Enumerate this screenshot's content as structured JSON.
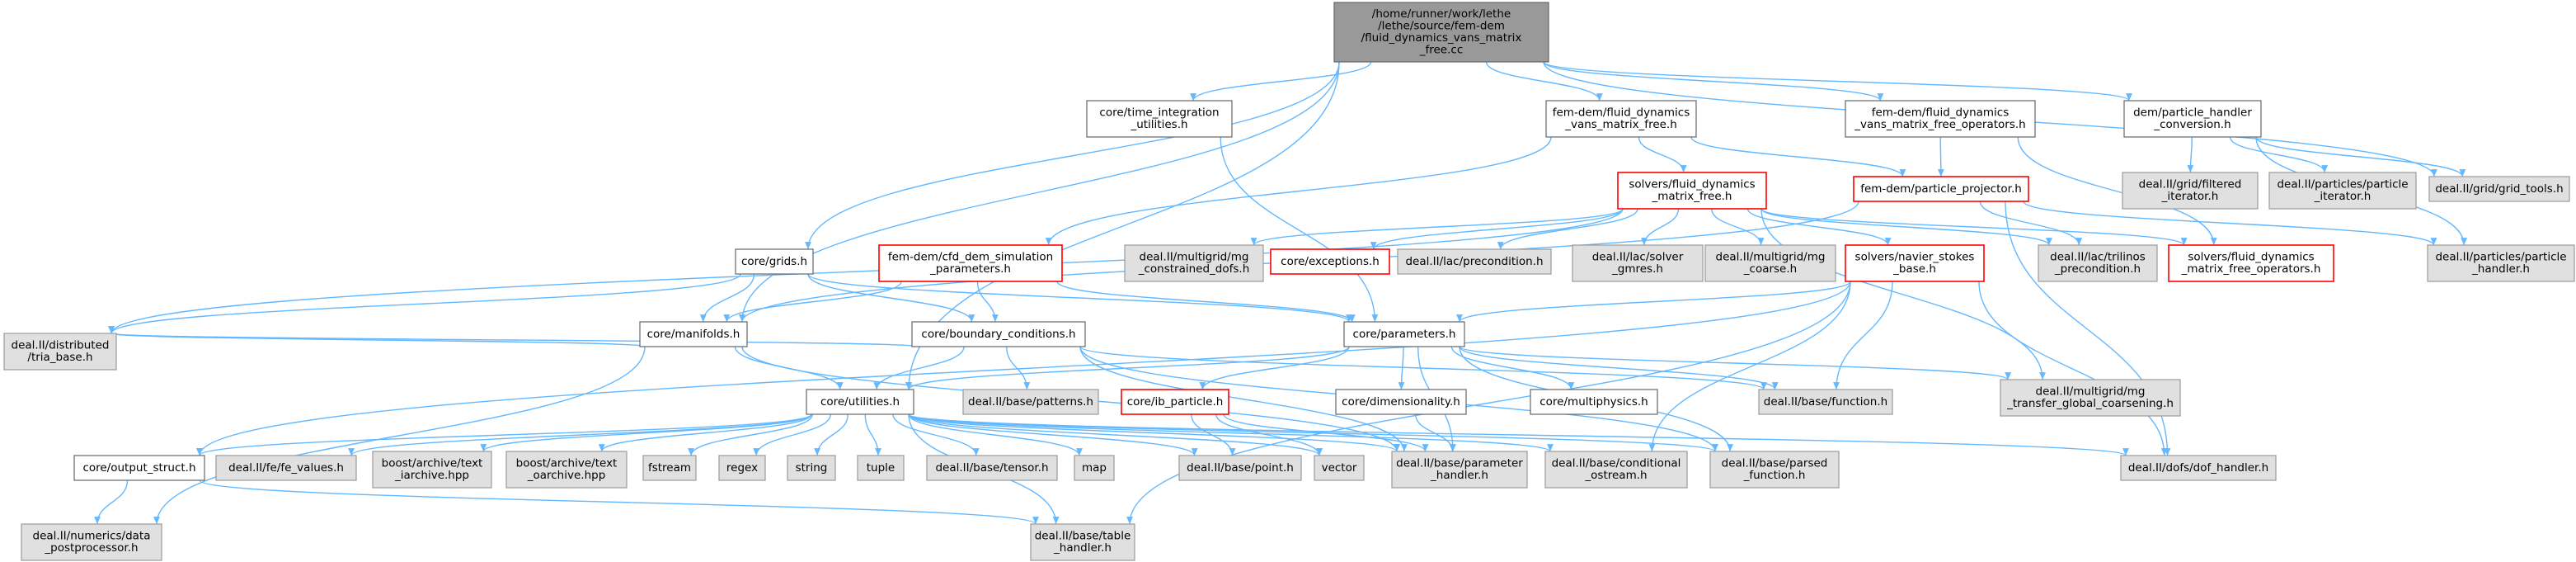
{
  "colors": {
    "edge": "#63b8ff",
    "node_border": "#666666",
    "root_fill": "#999999",
    "root_border": "#666666",
    "normal_fill": "#ffffff",
    "normal_border": "#666666",
    "gray_fill": "#e0e0e0",
    "gray_border": "#999999",
    "red_border": "#ff0000",
    "text": "#000000",
    "red_text": "#000000"
  },
  "nodes": [
    {
      "id": "root",
      "kind": "root",
      "lines": [
        "/home/runner/work/lethe",
        "/lethe/source/fem-dem",
        "/fluid_dynamics_vans_matrix",
        "_free.cc"
      ]
    },
    {
      "id": "time_integration",
      "kind": "normal",
      "lines": [
        "core/time_integration",
        "_utilities.h"
      ]
    },
    {
      "id": "fd_vans_mf",
      "kind": "normal",
      "lines": [
        "fem-dem/fluid_dynamics",
        "_vans_matrix_free.h"
      ]
    },
    {
      "id": "fd_vans_mf_ops",
      "kind": "normal",
      "lines": [
        "fem-dem/fluid_dynamics",
        "_vans_matrix_free_operators.h"
      ]
    },
    {
      "id": "ph_conversion",
      "kind": "normal",
      "lines": [
        "dem/particle_handler",
        "_conversion.h"
      ]
    },
    {
      "id": "solvers_fdmf",
      "kind": "red",
      "lines": [
        "solvers/fluid_dynamics",
        "_matrix_free.h"
      ]
    },
    {
      "id": "particle_projector",
      "kind": "red",
      "lines": [
        "fem-dem/particle_projector.h"
      ]
    },
    {
      "id": "grid_filtered",
      "kind": "gray",
      "lines": [
        "deal.II/grid/filtered",
        "_iterator.h"
      ]
    },
    {
      "id": "particles_iter",
      "kind": "gray",
      "lines": [
        "deal.II/particles/particle",
        "_iterator.h"
      ]
    },
    {
      "id": "grid_tools",
      "kind": "gray",
      "lines": [
        "deal.II/grid/grid_tools.h"
      ]
    },
    {
      "id": "grids",
      "kind": "normal",
      "lines": [
        "core/grids.h"
      ]
    },
    {
      "id": "cfd_dem_params",
      "kind": "red",
      "lines": [
        "fem-dem/cfd_dem_simulation",
        "_parameters.h"
      ]
    },
    {
      "id": "mg_constrained",
      "kind": "gray",
      "lines": [
        "deal.II/multigrid/mg",
        "_constrained_dofs.h"
      ]
    },
    {
      "id": "exceptions",
      "kind": "red",
      "lines": [
        "core/exceptions.h"
      ]
    },
    {
      "id": "lac_precond",
      "kind": "gray",
      "lines": [
        "deal.II/lac/precondition.h"
      ]
    },
    {
      "id": "lac_solver_gmres",
      "kind": "gray",
      "lines": [
        "deal.II/lac/solver",
        "_gmres.h"
      ]
    },
    {
      "id": "mg_coarse",
      "kind": "gray",
      "lines": [
        "deal.II/multigrid/mg",
        "_coarse.h"
      ]
    },
    {
      "id": "navier_stokes_base",
      "kind": "red",
      "lines": [
        "solvers/navier_stokes",
        "_base.h"
      ]
    },
    {
      "id": "trilinos_precond",
      "kind": "gray",
      "lines": [
        "deal.II/lac/trilinos",
        "_precondition.h"
      ]
    },
    {
      "id": "solvers_fdmf_ops",
      "kind": "red",
      "lines": [
        "solvers/fluid_dynamics",
        "_matrix_free_operators.h"
      ]
    },
    {
      "id": "particle_handler",
      "kind": "gray",
      "lines": [
        "deal.II/particles/particle",
        "_handler.h"
      ]
    },
    {
      "id": "manifolds",
      "kind": "normal",
      "lines": [
        "core/manifolds.h"
      ]
    },
    {
      "id": "boundary_conditions",
      "kind": "normal",
      "lines": [
        "core/boundary_conditions.h"
      ]
    },
    {
      "id": "parameters",
      "kind": "normal",
      "lines": [
        "core/parameters.h"
      ]
    },
    {
      "id": "tria_base",
      "kind": "gray",
      "lines": [
        "deal.II/distributed",
        "/tria_base.h"
      ]
    },
    {
      "id": "utilities",
      "kind": "normal",
      "lines": [
        "core/utilities.h"
      ]
    },
    {
      "id": "base_patterns",
      "kind": "gray",
      "lines": [
        "deal.II/base/patterns.h"
      ]
    },
    {
      "id": "ib_particle",
      "kind": "red",
      "lines": [
        "core/ib_particle.h"
      ]
    },
    {
      "id": "dimensionality",
      "kind": "normal",
      "lines": [
        "core/dimensionality.h"
      ]
    },
    {
      "id": "multiphysics",
      "kind": "normal",
      "lines": [
        "core/multiphysics.h"
      ]
    },
    {
      "id": "base_function",
      "kind": "gray",
      "lines": [
        "deal.II/base/function.h"
      ]
    },
    {
      "id": "mg_transfer",
      "kind": "gray",
      "lines": [
        "deal.II/multigrid/mg",
        "_transfer_global_coarsening.h"
      ]
    },
    {
      "id": "output_struct",
      "kind": "normal",
      "lines": [
        "core/output_struct.h"
      ]
    },
    {
      "id": "fe_values",
      "kind": "gray",
      "lines": [
        "deal.II/fe/fe_values.h"
      ]
    },
    {
      "id": "text_iarchive",
      "kind": "gray",
      "lines": [
        "boost/archive/text",
        "_iarchive.hpp"
      ]
    },
    {
      "id": "text_oarchive",
      "kind": "gray",
      "lines": [
        "boost/archive/text",
        "_oarchive.hpp"
      ]
    },
    {
      "id": "fstream",
      "kind": "gray",
      "lines": [
        "fstream"
      ]
    },
    {
      "id": "regex",
      "kind": "gray",
      "lines": [
        "regex"
      ]
    },
    {
      "id": "string",
      "kind": "gray",
      "lines": [
        "string"
      ]
    },
    {
      "id": "tuple",
      "kind": "gray",
      "lines": [
        "tuple"
      ]
    },
    {
      "id": "base_tensor",
      "kind": "gray",
      "lines": [
        "deal.II/base/tensor.h"
      ]
    },
    {
      "id": "map",
      "kind": "gray",
      "lines": [
        "map"
      ]
    },
    {
      "id": "base_point",
      "kind": "gray",
      "lines": [
        "deal.II/base/point.h"
      ]
    },
    {
      "id": "vector",
      "kind": "gray",
      "lines": [
        "vector"
      ]
    },
    {
      "id": "param_handler",
      "kind": "gray",
      "lines": [
        "deal.II/base/parameter",
        "_handler.h"
      ]
    },
    {
      "id": "cond_ostream",
      "kind": "gray",
      "lines": [
        "deal.II/base/conditional",
        "_ostream.h"
      ]
    },
    {
      "id": "parsed_function",
      "kind": "gray",
      "lines": [
        "deal.II/base/parsed",
        "_function.h"
      ]
    },
    {
      "id": "dof_handler",
      "kind": "gray",
      "lines": [
        "deal.II/dofs/dof_handler.h"
      ]
    },
    {
      "id": "data_postprocessor",
      "kind": "gray",
      "lines": [
        "deal.II/numerics/data",
        "_postprocessor.h"
      ]
    },
    {
      "id": "table_handler",
      "kind": "gray",
      "lines": [
        "deal.II/base/table",
        "_handler.h"
      ]
    }
  ],
  "edges": [
    [
      "root",
      "time_integration"
    ],
    [
      "root",
      "fd_vans_mf"
    ],
    [
      "root",
      "fd_vans_mf_ops"
    ],
    [
      "root",
      "ph_conversion"
    ],
    [
      "root",
      "grid_tools"
    ],
    [
      "root",
      "grids"
    ],
    [
      "root",
      "manifolds"
    ],
    [
      "root",
      "utilities"
    ],
    [
      "time_integration",
      "parameters"
    ],
    [
      "fd_vans_mf",
      "solvers_fdmf"
    ],
    [
      "fd_vans_mf",
      "particle_projector"
    ],
    [
      "fd_vans_mf",
      "cfd_dem_params"
    ],
    [
      "fd_vans_mf_ops",
      "particle_projector"
    ],
    [
      "fd_vans_mf_ops",
      "solvers_fdmf_ops"
    ],
    [
      "ph_conversion",
      "grid_filtered"
    ],
    [
      "ph_conversion",
      "particles_iter"
    ],
    [
      "ph_conversion",
      "grid_tools"
    ],
    [
      "ph_conversion",
      "particle_handler"
    ],
    [
      "solvers_fdmf",
      "mg_constrained"
    ],
    [
      "solvers_fdmf",
      "exceptions"
    ],
    [
      "solvers_fdmf",
      "lac_precond"
    ],
    [
      "solvers_fdmf",
      "lac_solver_gmres"
    ],
    [
      "solvers_fdmf",
      "mg_coarse"
    ],
    [
      "solvers_fdmf",
      "navier_stokes_base"
    ],
    [
      "solvers_fdmf",
      "trilinos_precond"
    ],
    [
      "solvers_fdmf",
      "solvers_fdmf_ops"
    ],
    [
      "solvers_fdmf",
      "mg_transfer"
    ],
    [
      "solvers_fdmf",
      "tria_base"
    ],
    [
      "particle_projector",
      "particle_handler"
    ],
    [
      "particle_projector",
      "trilinos_precond"
    ],
    [
      "particle_projector",
      "dof_handler"
    ],
    [
      "particle_projector",
      "manifolds"
    ],
    [
      "grids",
      "manifolds"
    ],
    [
      "grids",
      "boundary_conditions"
    ],
    [
      "grids",
      "parameters"
    ],
    [
      "grids",
      "tria_base"
    ],
    [
      "cfd_dem_params",
      "manifolds"
    ],
    [
      "cfd_dem_params",
      "boundary_conditions"
    ],
    [
      "cfd_dem_params",
      "parameters"
    ],
    [
      "navier_stokes_base",
      "parameters"
    ],
    [
      "navier_stokes_base",
      "base_function"
    ],
    [
      "navier_stokes_base",
      "dof_handler"
    ],
    [
      "navier_stokes_base",
      "cond_ostream"
    ],
    [
      "navier_stokes_base",
      "table_handler"
    ],
    [
      "navier_stokes_base",
      "output_struct"
    ],
    [
      "manifolds",
      "tria_base"
    ],
    [
      "manifolds",
      "utilities"
    ],
    [
      "manifolds",
      "param_handler"
    ],
    [
      "manifolds",
      "data_postprocessor"
    ],
    [
      "boundary_conditions",
      "utilities"
    ],
    [
      "boundary_conditions",
      "base_patterns"
    ],
    [
      "boundary_conditions",
      "base_function"
    ],
    [
      "boundary_conditions",
      "param_handler"
    ],
    [
      "boundary_conditions",
      "parsed_function"
    ],
    [
      "boundary_conditions",
      "tria_base"
    ],
    [
      "parameters",
      "utilities"
    ],
    [
      "parameters",
      "ib_particle"
    ],
    [
      "parameters",
      "dimensionality"
    ],
    [
      "parameters",
      "multiphysics"
    ],
    [
      "parameters",
      "base_function"
    ],
    [
      "parameters",
      "mg_transfer"
    ],
    [
      "parameters",
      "param_handler"
    ],
    [
      "parameters",
      "parsed_function"
    ],
    [
      "ib_particle",
      "base_point"
    ],
    [
      "ib_particle",
      "vector"
    ],
    [
      "ib_particle",
      "param_handler"
    ],
    [
      "dimensionality",
      "param_handler"
    ],
    [
      "utilities",
      "output_struct"
    ],
    [
      "utilities",
      "fe_values"
    ],
    [
      "utilities",
      "text_iarchive"
    ],
    [
      "utilities",
      "text_oarchive"
    ],
    [
      "utilities",
      "fstream"
    ],
    [
      "utilities",
      "regex"
    ],
    [
      "utilities",
      "string"
    ],
    [
      "utilities",
      "tuple"
    ],
    [
      "utilities",
      "base_tensor"
    ],
    [
      "utilities",
      "map"
    ],
    [
      "utilities",
      "base_point"
    ],
    [
      "utilities",
      "vector"
    ],
    [
      "utilities",
      "param_handler"
    ],
    [
      "utilities",
      "cond_ostream"
    ],
    [
      "utilities",
      "parsed_function"
    ],
    [
      "utilities",
      "dof_handler"
    ],
    [
      "utilities",
      "table_handler"
    ],
    [
      "output_struct",
      "data_postprocessor"
    ],
    [
      "output_struct",
      "table_handler"
    ]
  ]
}
